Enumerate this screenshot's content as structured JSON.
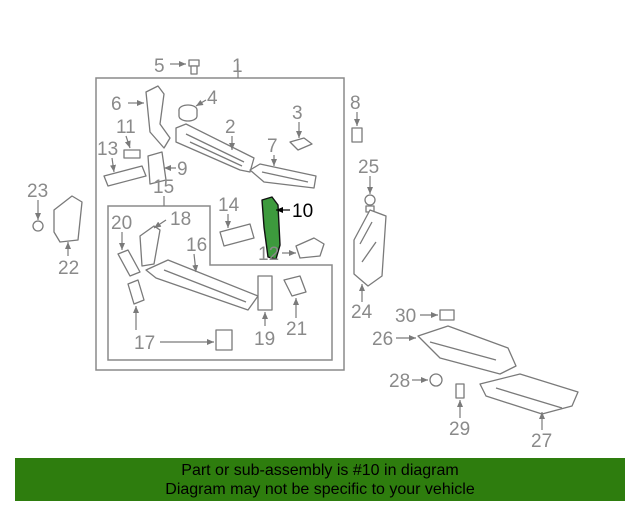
{
  "diagram": {
    "highlight_color": "#3d9a3d",
    "part_color": "#7a7a7a",
    "callouts": [
      "1",
      "2",
      "3",
      "4",
      "5",
      "6",
      "7",
      "8",
      "9",
      "10",
      "11",
      "12",
      "13",
      "14",
      "15",
      "16",
      "17",
      "18",
      "19",
      "20",
      "21",
      "22",
      "23",
      "24",
      "25",
      "26",
      "27",
      "28",
      "29",
      "30"
    ]
  },
  "banner": {
    "line1": "Part or sub-assembly is #10 in diagram",
    "line2": "Diagram may not be specific to your vehicle",
    "color": "#2e7d0e"
  }
}
